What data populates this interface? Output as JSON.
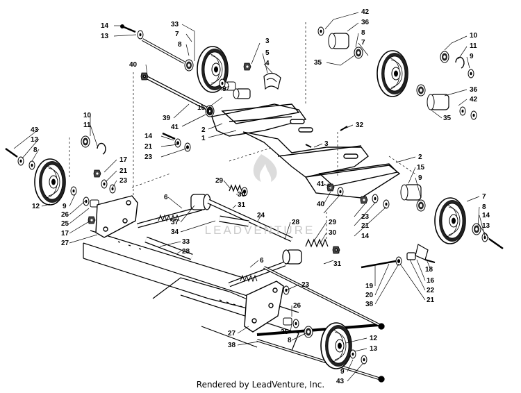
{
  "footer": "Rendered by LeadVenture, Inc.",
  "watermark": "LEADVENTURE",
  "callouts": [
    {
      "id": "c14a",
      "text": "14"
    },
    {
      "id": "c13a",
      "text": "13"
    },
    {
      "id": "c33a",
      "text": "33"
    },
    {
      "id": "c7a",
      "text": "7"
    },
    {
      "id": "c8a",
      "text": "8"
    },
    {
      "id": "c3a",
      "text": "3"
    },
    {
      "id": "c5a",
      "text": "5"
    },
    {
      "id": "c4a",
      "text": "4"
    },
    {
      "id": "c42a",
      "text": "42"
    },
    {
      "id": "c36a",
      "text": "36"
    },
    {
      "id": "c8b",
      "text": "8"
    },
    {
      "id": "c7b",
      "text": "7"
    },
    {
      "id": "c35a",
      "text": "35"
    },
    {
      "id": "c10a",
      "text": "10"
    },
    {
      "id": "c11a",
      "text": "11"
    },
    {
      "id": "c9a",
      "text": "9"
    },
    {
      "id": "c40a",
      "text": "40"
    },
    {
      "id": "c9b",
      "text": "9"
    },
    {
      "id": "c15a",
      "text": "15"
    },
    {
      "id": "c39a",
      "text": "39"
    },
    {
      "id": "c41a",
      "text": "41"
    },
    {
      "id": "c2a",
      "text": "2"
    },
    {
      "id": "c1a",
      "text": "1"
    },
    {
      "id": "c36b",
      "text": "36"
    },
    {
      "id": "c42b",
      "text": "42"
    },
    {
      "id": "c35b",
      "text": "35"
    },
    {
      "id": "c32a",
      "text": "32"
    },
    {
      "id": "c10b",
      "text": "10"
    },
    {
      "id": "c11b",
      "text": "11"
    },
    {
      "id": "c43a",
      "text": "43"
    },
    {
      "id": "c13b",
      "text": "13"
    },
    {
      "id": "c8c",
      "text": "8"
    },
    {
      "id": "c14b",
      "text": "14"
    },
    {
      "id": "c21a",
      "text": "21"
    },
    {
      "id": "c23a",
      "text": "23"
    },
    {
      "id": "c3b",
      "text": "3"
    },
    {
      "id": "c17a",
      "text": "17"
    },
    {
      "id": "c21b",
      "text": "21"
    },
    {
      "id": "c23b",
      "text": "23"
    },
    {
      "id": "c2b",
      "text": "2"
    },
    {
      "id": "c15b",
      "text": "15"
    },
    {
      "id": "c9c",
      "text": "9"
    },
    {
      "id": "c12a",
      "text": "12"
    },
    {
      "id": "c9d",
      "text": "9"
    },
    {
      "id": "c26a",
      "text": "26"
    },
    {
      "id": "c25a",
      "text": "25"
    },
    {
      "id": "c17b",
      "text": "17"
    },
    {
      "id": "c27a",
      "text": "27"
    },
    {
      "id": "c6a",
      "text": "6"
    },
    {
      "id": "c29a",
      "text": "29"
    },
    {
      "id": "c30a",
      "text": "30"
    },
    {
      "id": "c31a",
      "text": "31"
    },
    {
      "id": "c24a",
      "text": "24"
    },
    {
      "id": "c28a",
      "text": "28"
    },
    {
      "id": "c37a",
      "text": "37"
    },
    {
      "id": "c34a",
      "text": "34"
    },
    {
      "id": "c33b",
      "text": "33"
    },
    {
      "id": "c28b",
      "text": "28"
    },
    {
      "id": "c29b",
      "text": "29"
    },
    {
      "id": "c30b",
      "text": "30"
    },
    {
      "id": "c31b",
      "text": "31"
    },
    {
      "id": "c6b",
      "text": "6"
    },
    {
      "id": "c41b",
      "text": "41"
    },
    {
      "id": "c40b",
      "text": "40"
    },
    {
      "id": "c23c",
      "text": "23"
    },
    {
      "id": "c21c",
      "text": "21"
    },
    {
      "id": "c14c",
      "text": "14"
    },
    {
      "id": "c7c",
      "text": "7"
    },
    {
      "id": "c8d",
      "text": "8"
    },
    {
      "id": "c14d",
      "text": "14"
    },
    {
      "id": "c13c",
      "text": "13"
    },
    {
      "id": "c18a",
      "text": "18"
    },
    {
      "id": "c16a",
      "text": "16"
    },
    {
      "id": "c22a",
      "text": "22"
    },
    {
      "id": "c21d",
      "text": "21"
    },
    {
      "id": "c19a",
      "text": "19"
    },
    {
      "id": "c20a",
      "text": "20"
    },
    {
      "id": "c38a",
      "text": "38"
    },
    {
      "id": "c23d",
      "text": "23"
    },
    {
      "id": "c26b",
      "text": "26"
    },
    {
      "id": "c25b",
      "text": "25"
    },
    {
      "id": "c8e",
      "text": "8"
    },
    {
      "id": "c27b",
      "text": "27"
    },
    {
      "id": "c38b",
      "text": "38"
    },
    {
      "id": "c12b",
      "text": "12"
    },
    {
      "id": "c13d",
      "text": "13"
    },
    {
      "id": "c9e",
      "text": "9"
    },
    {
      "id": "c43b",
      "text": "43"
    }
  ]
}
